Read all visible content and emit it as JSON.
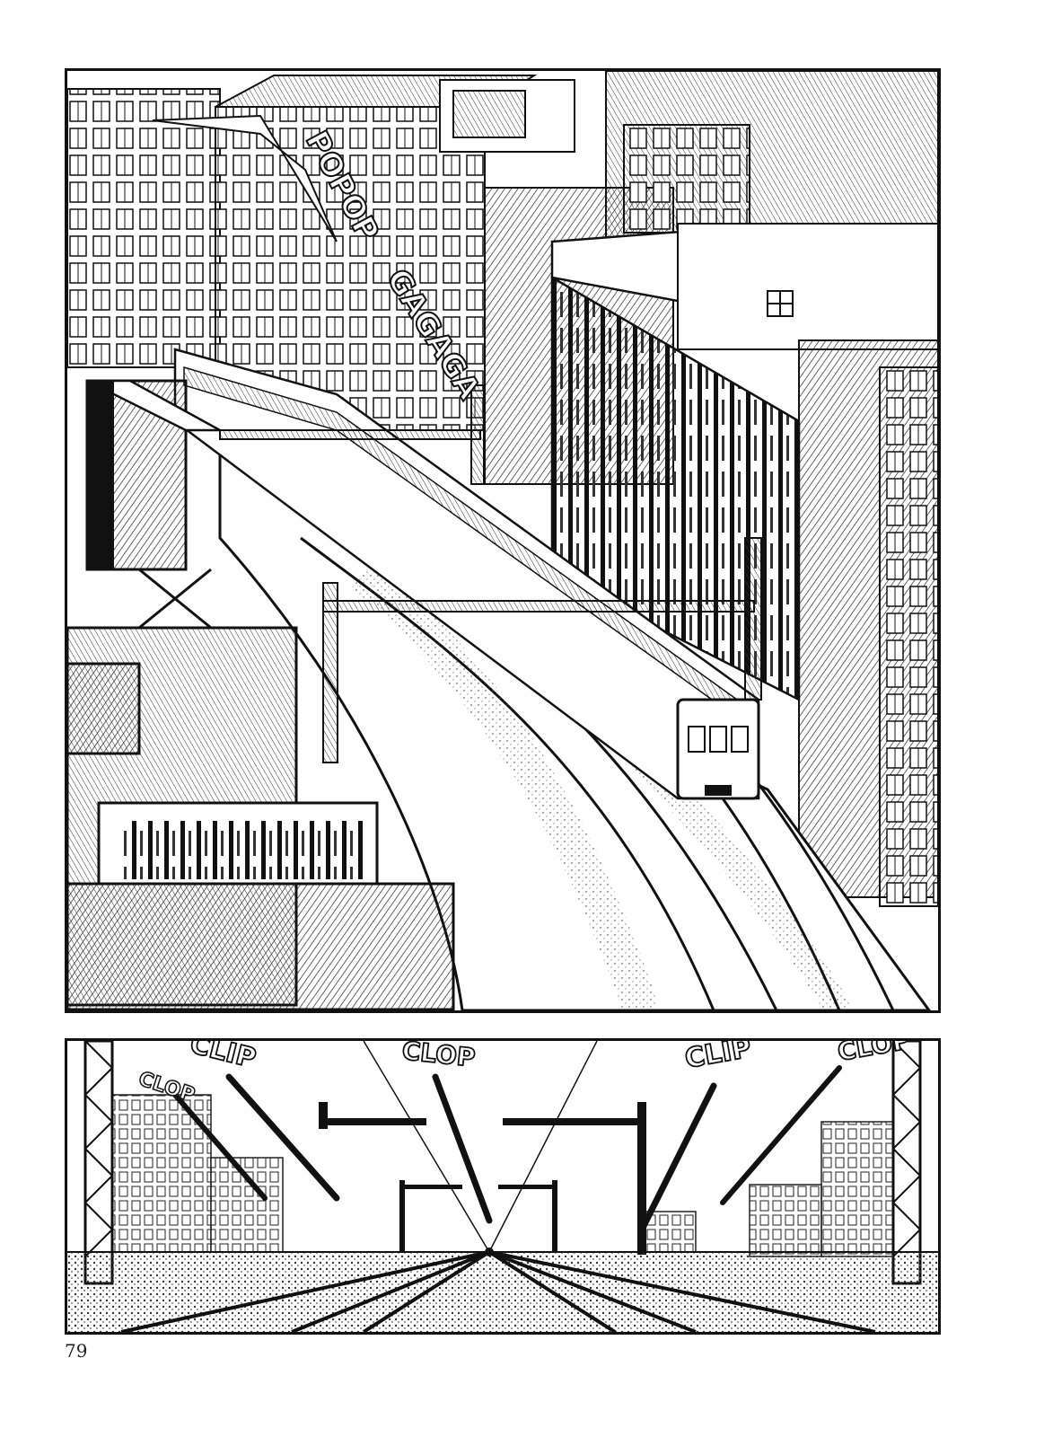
{
  "page": {
    "number": "79"
  },
  "panel_top": {
    "sfx": [
      "POPOP",
      "GAGAGA"
    ]
  },
  "panel_bottom": {
    "sfx": [
      "CLOP",
      "CLIP",
      "CLOP",
      "CLIP",
      "CLOP"
    ]
  },
  "colors": {
    "ink": "#111111",
    "paper": "#ffffff",
    "hatch": "#555555"
  }
}
